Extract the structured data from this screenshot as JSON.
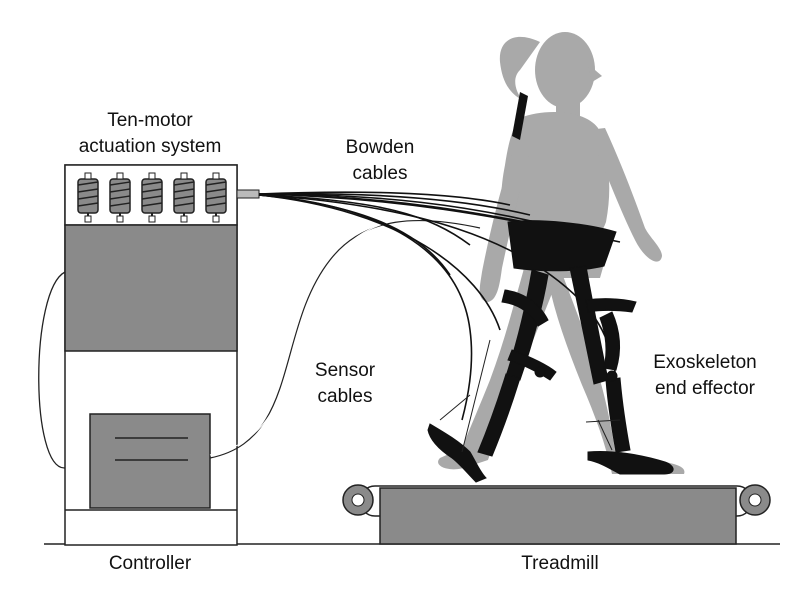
{
  "labels": {
    "motor_system": [
      "Ten-motor",
      "actuation system"
    ],
    "bowden": [
      "Bowden",
      "cables"
    ],
    "sensor": [
      "Sensor",
      "cables"
    ],
    "exoskeleton": [
      "Exoskeleton",
      "end effector"
    ],
    "controller": "Controller",
    "treadmill": "Treadmill"
  },
  "colors": {
    "cabinet_fill": "#8a8a8a",
    "silhouette": "#a9a9a9",
    "exoskeleton": "#111111",
    "outline": "#222222"
  },
  "motor_count": 5
}
